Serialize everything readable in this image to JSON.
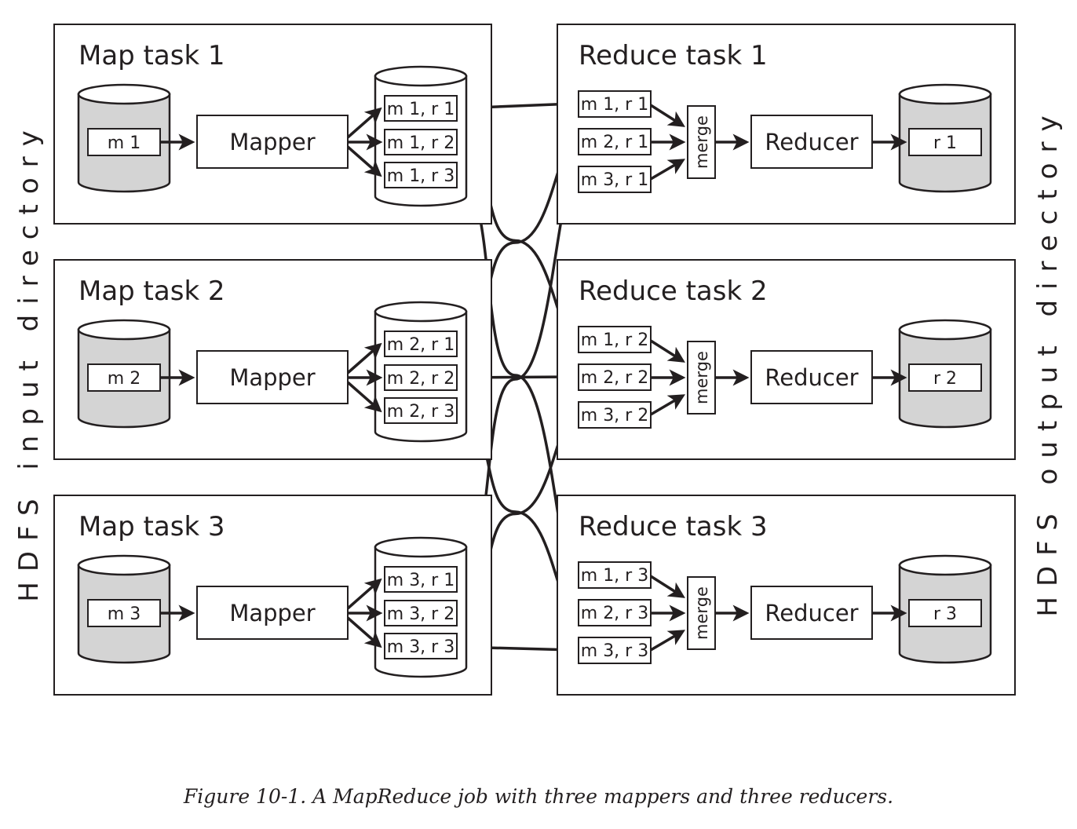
{
  "side_labels": {
    "input": "HDFS input directory",
    "output": "HDFS output directory"
  },
  "map_tasks": [
    {
      "title": "Map task 1",
      "input_split": "m 1",
      "mapper": "Mapper",
      "partitions": [
        "m 1, r 1",
        "m 1, r 2",
        "m 1, r 3"
      ]
    },
    {
      "title": "Map task 2",
      "input_split": "m 2",
      "mapper": "Mapper",
      "partitions": [
        "m 2, r 1",
        "m 2, r 2",
        "m 2, r 3"
      ]
    },
    {
      "title": "Map task 3",
      "input_split": "m 3",
      "mapper": "Mapper",
      "partitions": [
        "m 3, r 1",
        "m 3, r 2",
        "m 3, r 3"
      ]
    }
  ],
  "reduce_tasks": [
    {
      "title": "Reduce task 1",
      "inputs": [
        "m 1, r 1",
        "m 2, r 1",
        "m 3, r 1"
      ],
      "merge": "merge",
      "reducer": "Reducer",
      "output": "r 1"
    },
    {
      "title": "Reduce task 2",
      "inputs": [
        "m 1, r 2",
        "m 2, r 2",
        "m 3, r 2"
      ],
      "merge": "merge",
      "reducer": "Reducer",
      "output": "r 2"
    },
    {
      "title": "Reduce task 3",
      "inputs": [
        "m 1, r 3",
        "m 2, r 3",
        "m 3, r 3"
      ],
      "merge": "merge",
      "reducer": "Reducer",
      "output": "r 3"
    }
  ],
  "caption": "Figure 10-1. A MapReduce job with three mappers and three reducers."
}
